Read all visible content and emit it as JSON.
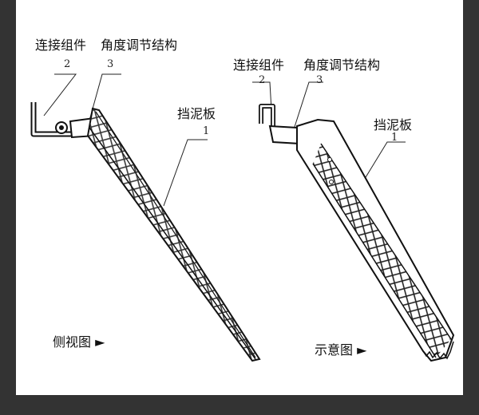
{
  "left": {
    "connector_label": "连接组件",
    "angle_label": "角度调节结构",
    "fender_label": "挡泥板",
    "n1": "1",
    "n2": "2",
    "n3": "3",
    "view_label": "侧视图 ►"
  },
  "right": {
    "connector_label": "连接组件",
    "angle_label": "角度调节结构",
    "fender_label": "挡泥板",
    "n1": "1",
    "n2": "2",
    "n3": "3",
    "view_label": "示意图 ►"
  }
}
